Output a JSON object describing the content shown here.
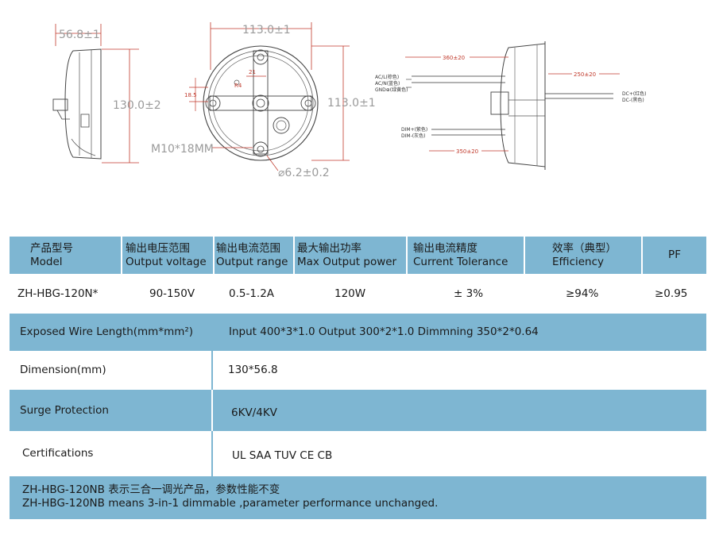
{
  "drawing": {
    "front_view": {
      "width_label": "56.8±1",
      "height_label": "130.0±2"
    },
    "top_view": {
      "diameter_label": "113.0±1",
      "height_label": "113.0±1",
      "hole_spacing_label": "21",
      "offset_label": "18.5",
      "angle_label": "R4",
      "screw_label": "M10*18MM",
      "hole_label": "⌀6.2±0.2"
    },
    "side_view": {
      "input_length_label": "360±20",
      "output_length_label": "250±20",
      "dim_length_label": "350±20",
      "ac_l_label": "AC/L(棕色)",
      "ac_n_label": "AC/N(蓝色)",
      "gnd_label": "GND⊕(绿黄色)",
      "dc_plus_label": "DC+(红色)",
      "dc_minus_label": "DC-(黑色)",
      "dim_plus_label": "DIM+(紫色)",
      "dim_minus_label": "DIM-(灰色)"
    }
  },
  "table": {
    "headers": [
      {
        "cn": "产品型号",
        "en": "Model"
      },
      {
        "cn": "输出电压范围",
        "en": "Output voltage"
      },
      {
        "cn": "输出电流范围",
        "en": "Output range"
      },
      {
        "cn": "最大输出功率",
        "en": "Max  Output  power"
      },
      {
        "cn": "输出电流精度",
        "en": "Current Tolerance"
      },
      {
        "cn": "效率（典型）",
        "en": "Efficiency"
      },
      {
        "cn": "",
        "en": "PF"
      }
    ],
    "values": [
      "ZH-HBG-120N*",
      "90-150V",
      "0.5-1.2A",
      "120W",
      "± 3%",
      "≥94%",
      "≥0.95"
    ],
    "wire_label": "Exposed Wire Length(mm*mm²)",
    "wire_value": "Input 400*3*1.0 Output 300*2*1.0 Dimmning 350*2*0.64",
    "dimension_label": "Dimension(mm)",
    "dimension_value": "130*56.8",
    "surge_label": "Surge Protection",
    "surge_value": "6KV/4KV",
    "cert_label": "Certifications",
    "cert_value": "UL SAA TUV CE CB",
    "note_cn": "ZH-HBG-120NB   表示三合一调光产品，参数性能不变",
    "note_en": "ZH-HBG-120NB means 3-in-1 dimmable ,parameter performance unchanged."
  },
  "colors": {
    "header_blue": "#7eb6d2",
    "dim_red": "#c0392b",
    "line_gray": "#555555"
  }
}
